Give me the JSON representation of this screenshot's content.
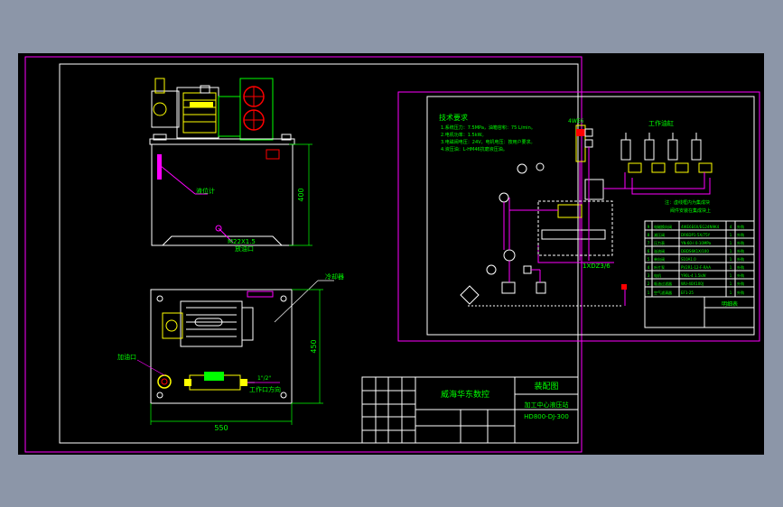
{
  "title_block": {
    "company": "威海华东数控",
    "drawing_title": "装配图",
    "product_name": "加工中心液压站",
    "drawing_number": "HD800-DJ-300"
  },
  "front_view": {
    "dim_height": "400",
    "level_gauge_label": "液位计",
    "drain_label": "M22X1.5",
    "drain_sub_label": "放油口"
  },
  "top_view": {
    "dim_depth": "450",
    "dim_width": "550",
    "cooler_label": "冷却器",
    "fill_label": "加油口",
    "port_size": "1\"/2\"",
    "port_label": "工作口方向"
  },
  "schematic": {
    "tech_title": "技术要求",
    "tech_notes": [
      "1.系统压力：7.5MPa，油箱容积：75 L/min。",
      "2.电机功率：1.5kW。",
      "3.电磁阀电压：24V，电机电压：按用户要求。",
      "4.液压油：L-HM46抗磨液压油。"
    ],
    "actuators_label": "工作油缸",
    "valve_label": "4WE6",
    "manifold_label": "1XDZ3/6",
    "note_label": "注：虚线框内为集成块",
    "note_label2": "阀件安装在集成块上"
  },
  "parts_list": {
    "header": "明细表",
    "rows": [
      [
        "9",
        "电磁换向阀",
        "4WE6E6X/EG24N9K4",
        "4",
        "外购"
      ],
      [
        "8",
        "减压阀",
        "DR6DP1-5X/75Y",
        "1",
        "外购"
      ],
      [
        "7",
        "压力表",
        "YN-60-I 0-10MPa",
        "1",
        "外购"
      ],
      [
        "6",
        "溢流阀",
        "DBDS6K1X/100",
        "1",
        "外购"
      ],
      [
        "5",
        "单向阀",
        "S10A1.0",
        "1",
        "外购"
      ],
      [
        "4",
        "叶片泵",
        "PV2R1-12-F-RAA",
        "1",
        "外购"
      ],
      [
        "3",
        "电机",
        "Y90L-4 1.5kW",
        "1",
        "外购"
      ],
      [
        "2",
        "吸油过滤器",
        "WU-40X100J",
        "1",
        "外购"
      ],
      [
        "1",
        "空气滤清器",
        "EF1-25",
        "1",
        "外购"
      ]
    ]
  },
  "colors": {
    "magenta": "#ff00ff",
    "white": "#ffffff",
    "green": "#00ff00",
    "yellow": "#ffff00",
    "cyan": "#00ffff",
    "red": "#ff0000",
    "background": "#000000"
  }
}
